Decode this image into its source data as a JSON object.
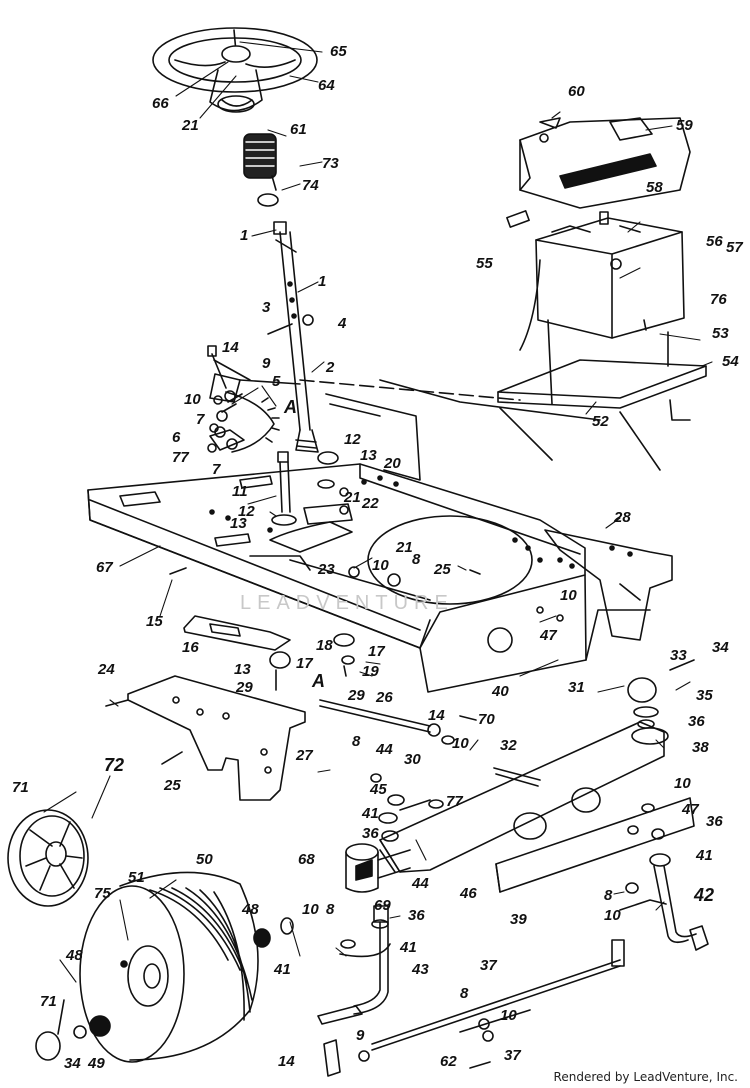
{
  "credit": "Rendered by LeadVenture, Inc.",
  "watermark": "LEADVENTURE",
  "callouts": [
    {
      "id": "65",
      "text": "65"
    },
    {
      "id": "64",
      "text": "64"
    },
    {
      "id": "66",
      "text": "66"
    },
    {
      "id": "21a",
      "text": "21"
    },
    {
      "id": "61",
      "text": "61"
    },
    {
      "id": "73",
      "text": "73"
    },
    {
      "id": "74",
      "text": "74"
    },
    {
      "id": "1a",
      "text": "1"
    },
    {
      "id": "1b",
      "text": "1"
    },
    {
      "id": "3",
      "text": "3"
    },
    {
      "id": "4",
      "text": "4"
    },
    {
      "id": "2",
      "text": "2"
    },
    {
      "id": "14a",
      "text": "14"
    },
    {
      "id": "9a",
      "text": "9"
    },
    {
      "id": "10a",
      "text": "10"
    },
    {
      "id": "5",
      "text": "5"
    },
    {
      "id": "A1",
      "text": "A"
    },
    {
      "id": "7a",
      "text": "7"
    },
    {
      "id": "6",
      "text": "6"
    },
    {
      "id": "77a",
      "text": "77"
    },
    {
      "id": "7b",
      "text": "7"
    },
    {
      "id": "12a",
      "text": "12"
    },
    {
      "id": "13a",
      "text": "13"
    },
    {
      "id": "20",
      "text": "20"
    },
    {
      "id": "11",
      "text": "11"
    },
    {
      "id": "21b",
      "text": "21"
    },
    {
      "id": "22",
      "text": "22"
    },
    {
      "id": "12b",
      "text": "12"
    },
    {
      "id": "13b",
      "text": "13"
    },
    {
      "id": "67",
      "text": "67"
    },
    {
      "id": "21c",
      "text": "21"
    },
    {
      "id": "23",
      "text": "23"
    },
    {
      "id": "10b",
      "text": "10"
    },
    {
      "id": "8a",
      "text": "8"
    },
    {
      "id": "25a",
      "text": "25"
    },
    {
      "id": "28",
      "text": "28"
    },
    {
      "id": "15",
      "text": "15"
    },
    {
      "id": "16",
      "text": "16"
    },
    {
      "id": "10c",
      "text": "10"
    },
    {
      "id": "47a",
      "text": "47"
    },
    {
      "id": "18",
      "text": "18"
    },
    {
      "id": "17a",
      "text": "17"
    },
    {
      "id": "13c",
      "text": "13"
    },
    {
      "id": "17b",
      "text": "17"
    },
    {
      "id": "19",
      "text": "19"
    },
    {
      "id": "29a",
      "text": "29"
    },
    {
      "id": "29b",
      "text": "29"
    },
    {
      "id": "24",
      "text": "24"
    },
    {
      "id": "A2",
      "text": "A"
    },
    {
      "id": "26",
      "text": "26"
    },
    {
      "id": "40",
      "text": "40"
    },
    {
      "id": "31",
      "text": "31"
    },
    {
      "id": "60",
      "text": "60"
    },
    {
      "id": "59",
      "text": "59"
    },
    {
      "id": "58",
      "text": "58"
    },
    {
      "id": "56",
      "text": "56"
    },
    {
      "id": "57",
      "text": "57"
    },
    {
      "id": "55",
      "text": "55"
    },
    {
      "id": "76",
      "text": "76"
    },
    {
      "id": "53",
      "text": "53"
    },
    {
      "id": "54",
      "text": "54"
    },
    {
      "id": "52",
      "text": "52"
    },
    {
      "id": "33",
      "text": "33"
    },
    {
      "id": "34a",
      "text": "34"
    },
    {
      "id": "35",
      "text": "35"
    },
    {
      "id": "36a",
      "text": "36"
    },
    {
      "id": "38",
      "text": "38"
    },
    {
      "id": "14b",
      "text": "14"
    },
    {
      "id": "70",
      "text": "70"
    },
    {
      "id": "32",
      "text": "32"
    },
    {
      "id": "27",
      "text": "27"
    },
    {
      "id": "25b",
      "text": "25"
    },
    {
      "id": "72",
      "text": "72"
    },
    {
      "id": "71a",
      "text": "71"
    },
    {
      "id": "8b",
      "text": "8"
    },
    {
      "id": "44a",
      "text": "44"
    },
    {
      "id": "30",
      "text": "30"
    },
    {
      "id": "10d",
      "text": "10"
    },
    {
      "id": "45",
      "text": "45"
    },
    {
      "id": "77b",
      "text": "77"
    },
    {
      "id": "41a",
      "text": "41"
    },
    {
      "id": "36b",
      "text": "36"
    },
    {
      "id": "10e",
      "text": "10"
    },
    {
      "id": "47b",
      "text": "47"
    },
    {
      "id": "36c",
      "text": "36"
    },
    {
      "id": "68",
      "text": "68"
    },
    {
      "id": "69",
      "text": "69"
    },
    {
      "id": "44b",
      "text": "44"
    },
    {
      "id": "46",
      "text": "46"
    },
    {
      "id": "41b",
      "text": "41"
    },
    {
      "id": "50",
      "text": "50"
    },
    {
      "id": "51",
      "text": "51"
    },
    {
      "id": "48a",
      "text": "48"
    },
    {
      "id": "75",
      "text": "75"
    },
    {
      "id": "10f",
      "text": "10"
    },
    {
      "id": "8c",
      "text": "8"
    },
    {
      "id": "36d",
      "text": "36"
    },
    {
      "id": "39",
      "text": "39"
    },
    {
      "id": "8d",
      "text": "8"
    },
    {
      "id": "42",
      "text": "42"
    },
    {
      "id": "10g",
      "text": "10"
    },
    {
      "id": "41c",
      "text": "41"
    },
    {
      "id": "41d",
      "text": "41"
    },
    {
      "id": "43",
      "text": "43"
    },
    {
      "id": "48b",
      "text": "48"
    },
    {
      "id": "71b",
      "text": "71"
    },
    {
      "id": "37a",
      "text": "37"
    },
    {
      "id": "8e",
      "text": "8"
    },
    {
      "id": "10h",
      "text": "10"
    },
    {
      "id": "49",
      "text": "49"
    },
    {
      "id": "34b",
      "text": "34"
    },
    {
      "id": "14c",
      "text": "14"
    },
    {
      "id": "9b",
      "text": "9"
    },
    {
      "id": "37b",
      "text": "37"
    },
    {
      "id": "62",
      "text": "62"
    }
  ]
}
